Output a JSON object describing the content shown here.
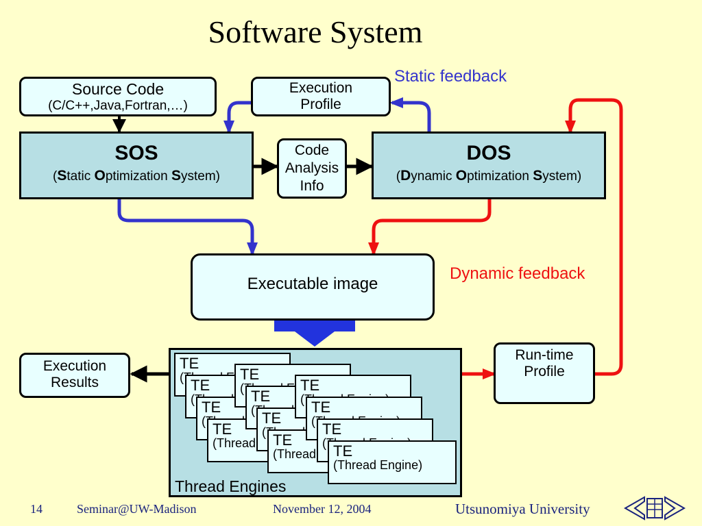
{
  "title": "Software System",
  "source_code": {
    "line1": "Source Code",
    "line2": "(C/C++,Java,Fortran,…)"
  },
  "execution_profile": {
    "line1": "Execution",
    "line2": "Profile"
  },
  "static_feedback": "Static feedback",
  "sos": {
    "name": "SOS",
    "open": "(",
    "s_letter": "S",
    "s_rest": "tatic ",
    "o_letter": "O",
    "o_rest": "ptimization ",
    "sys_letter": "S",
    "sys_rest": "ystem)"
  },
  "code_analysis": {
    "line1": "Code",
    "line2": "Analysis",
    "line3": "Info"
  },
  "dos": {
    "name": "DOS",
    "open": "(",
    "d_letter": "D",
    "d_rest": "ynamic ",
    "o_letter": "O",
    "o_rest": "ptimization ",
    "sys_letter": "S",
    "sys_rest": "ystem)"
  },
  "executable_image": "Executable image",
  "dynamic_feedback": "Dynamic feedback",
  "execution_results": {
    "line1": "Execution",
    "line2": "Results"
  },
  "runtime_profile": {
    "line1": "Run-time",
    "line2": "Profile"
  },
  "thread_engines": {
    "label": "Thread Engines",
    "te_title": "TE",
    "te_subtitle": "(Thread Engine)"
  },
  "footer": {
    "page_number": "14",
    "seminar": "Seminar@UW-Madison",
    "date": "November 12, 2004",
    "university": "Utsunomiya University"
  },
  "colors": {
    "static": "#3333cc",
    "dynamic": "#ee1111",
    "box_round": "#e8ffff",
    "box_square": "#b7dfe4",
    "background": "#ffffcc"
  }
}
